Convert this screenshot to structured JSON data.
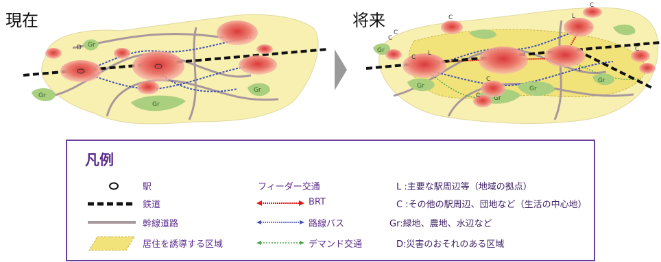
{
  "titles": {
    "current": "現在",
    "future": "将来"
  },
  "legend": {
    "title": "凡例",
    "items": {
      "station": "駅",
      "railway": "鉄道",
      "trunk_road": "幹線道路",
      "residential_area": "居住を誘導する区域",
      "feeder": "フィーダー交通",
      "brt": "BRT",
      "route_bus": "路線バス",
      "demand": "デマンド交通",
      "L": "L :主要な駅周辺等（地域の拠点）",
      "C": "C :その他の駅周辺、団地など（生活の中心地）",
      "Gr": "Gr:緑地、農地、水辺など",
      "D": "D:災害のおそれのある区域"
    }
  },
  "map_labels": {
    "green": "Gr",
    "disaster": "D",
    "center": "C",
    "hub": "L"
  },
  "colors": {
    "land": "#f7f0b0",
    "residential": "#f2e27a",
    "green": "#a9cf7f",
    "hub": "#e8504a",
    "road": "#a8979b",
    "bus": "#3f4fb5",
    "brt": "#e01b1b",
    "demand": "#4aa84a",
    "legend_border": "#6a3d9a",
    "legend_text": "#5b2c8c"
  }
}
